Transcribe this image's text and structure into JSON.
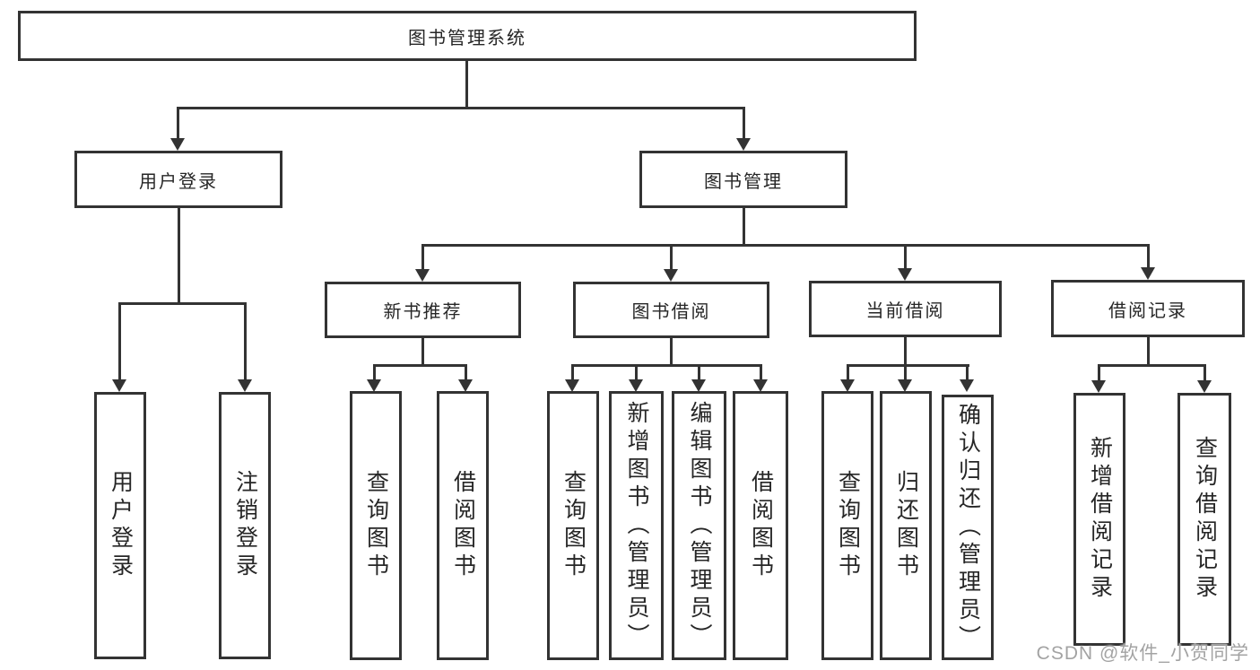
{
  "page": {
    "background": "#ffffff"
  },
  "colors": {
    "line": "#333333",
    "text": "#262626",
    "watermark": "#a3a3a3"
  },
  "watermark": {
    "text": "CSDN @软件_小贺同学"
  },
  "tree": {
    "root": {
      "label": "图书管理系统",
      "children": [
        {
          "id": "user-login",
          "label": "用户登录",
          "children": [
            {
              "id": "leaf-user-login",
              "label": "用户登录"
            },
            {
              "id": "leaf-logout",
              "label": "注销登录"
            }
          ]
        },
        {
          "id": "book-management",
          "label": "图书管理",
          "children": [
            {
              "id": "new-book-recommend",
              "label": "新书推荐",
              "children": [
                {
                  "id": "leaf-nbr-query",
                  "label": "查询图书"
                },
                {
                  "id": "leaf-nbr-borrow",
                  "label": "借阅图书"
                }
              ]
            },
            {
              "id": "book-borrow",
              "label": "图书借阅",
              "children": [
                {
                  "id": "leaf-bb-query",
                  "label": "查询图书"
                },
                {
                  "id": "leaf-bb-add",
                  "label": "新增图书（管理员）"
                },
                {
                  "id": "leaf-bb-edit",
                  "label": "编辑图书（管理员）"
                },
                {
                  "id": "leaf-bb-borrow",
                  "label": "借阅图书"
                }
              ]
            },
            {
              "id": "current-borrow",
              "label": "当前借阅",
              "children": [
                {
                  "id": "leaf-cb-query",
                  "label": "查询图书"
                },
                {
                  "id": "leaf-cb-return",
                  "label": "归还图书"
                },
                {
                  "id": "leaf-cb-confirm",
                  "label": "确认归还（管理员）"
                }
              ]
            },
            {
              "id": "borrow-records",
              "label": "借阅记录",
              "children": [
                {
                  "id": "leaf-br-add",
                  "label": "新增借阅记录"
                },
                {
                  "id": "leaf-br-query",
                  "label": "查询借阅记录"
                }
              ]
            }
          ]
        }
      ]
    }
  }
}
